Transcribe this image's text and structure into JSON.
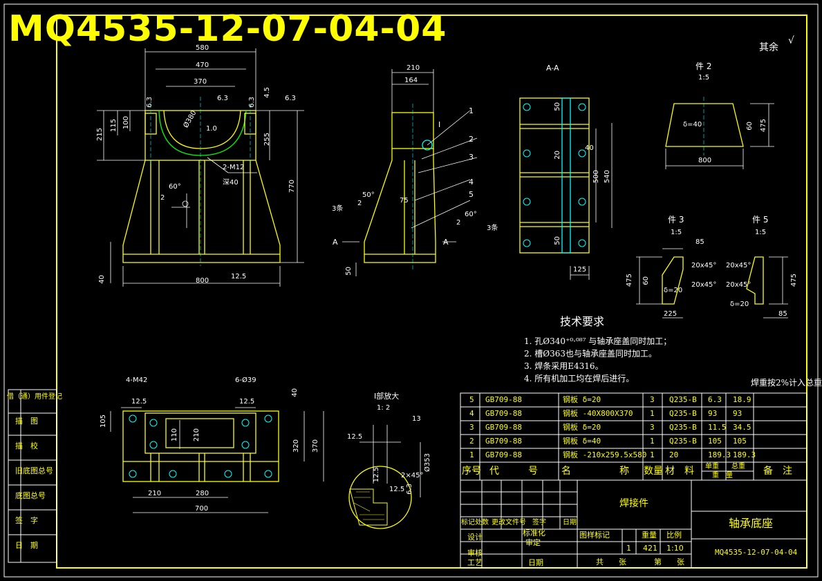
{
  "drawing_number_big": "MQ4535-12-07-04-04",
  "roughness_note": "其余",
  "views": {
    "front": {
      "dims": [
        "580",
        "470",
        "370",
        "6.3",
        "6.3",
        "6.3",
        "6.3",
        "4.5",
        "215",
        "115",
        "100",
        "255",
        "2-M12",
        "深40",
        "60°",
        "2",
        "800",
        "40",
        "12.5",
        "770"
      ],
      "ann": {
        "d380": "Ø380",
        "r": "1.0"
      }
    },
    "side": {
      "dims": [
        "210",
        "164",
        "1",
        "2",
        "3",
        "4",
        "5",
        "I",
        "50°",
        "2",
        "60°",
        "2",
        "3条",
        "3条",
        "A",
        "A",
        "50",
        "75"
      ]
    },
    "section": {
      "title": "A-A",
      "dims": [
        "50",
        "20",
        "50",
        "40",
        "500",
        "540",
        "125"
      ]
    },
    "part2": {
      "title": "件 2",
      "scale": "1:5",
      "delta": "δ=40",
      "d60": "60",
      "d475": "475",
      "d800": "800"
    },
    "part3": {
      "title": "件 3",
      "scale": "1:5",
      "d85": "85",
      "d475": "475",
      "d60": "60",
      "chamfer1": "20x45°",
      "chamfer2": "20x45°",
      "delta": "δ=20",
      "d225": "225"
    },
    "part5": {
      "title": "件 5",
      "scale": "1:5",
      "chamfer1": "20x45°",
      "chamfer2": "20x45°",
      "d475": "475",
      "delta": "δ=20",
      "d85": "85"
    },
    "plan": {
      "dims": [
        "4-M42",
        "12.5",
        "6-Ø39",
        "12.5",
        "40",
        "105",
        "110",
        "210",
        "320",
        "370",
        "210",
        "280",
        "700"
      ]
    },
    "detail": {
      "title": "I部放大",
      "scale": "1: 2",
      "dims": [
        "13",
        "12.5",
        "Ø353",
        "2×45°",
        "12.5",
        "6.3",
        "12.5"
      ]
    }
  },
  "tech": {
    "title": "技术要求",
    "items": [
      "1. 孔Ø340⁺⁰·⁰⁸⁷ 与轴承座盖同时加工；",
      "2. 槽Ø363也与轴承座盖同时加工。",
      "3. 焊条采用E4316。",
      "4. 所有机加工均在焊后进行。"
    ],
    "weld_note": "焊重按2%计入总重"
  },
  "left_strip": [
    "借（通）用件登记",
    "描　图",
    "描　校",
    "旧底图总号",
    "底图总号",
    "签　字",
    "日　期"
  ],
  "bom": {
    "rows": [
      {
        "no": "5",
        "code": "GB709-88",
        "name": "钢板 δ=20",
        "qty": "3",
        "mat": "Q235-B",
        "w1": "6.3",
        "w2": "18.9"
      },
      {
        "no": "4",
        "code": "GB709-88",
        "name": "钢板 -40X800X370",
        "qty": "1",
        "mat": "Q235-B",
        "w1": "93",
        "w2": "93"
      },
      {
        "no": "3",
        "code": "GB709-88",
        "name": "钢板 δ=20",
        "qty": "3",
        "mat": "Q235-B",
        "w1": "11.5",
        "w2": "34.5"
      },
      {
        "no": "2",
        "code": "GB709-88",
        "name": "钢板 δ=40",
        "qty": "1",
        "mat": "Q235-B",
        "w1": "105",
        "w2": "105"
      },
      {
        "no": "1",
        "code": "GB709-88",
        "name": "钢板 -210x259.5x580",
        "qty": "1",
        "mat": "20",
        "w1": "189.3",
        "w2": "189.3"
      }
    ],
    "header": {
      "no": "序号",
      "code": "代　　　号",
      "name": "名　　　　　称",
      "qty": "数量",
      "mat": "材　料",
      "unit": "单重",
      "total": "总重",
      "weight": "重　量",
      "remark": "备　注"
    }
  },
  "title_block": {
    "weldment": "焊接件",
    "part_name": "轴承底座",
    "drawing_no": "MQ4535-12-07-04-04",
    "marks": "标记处数",
    "change": "更改文件号",
    "sign": "签字",
    "date": "日期",
    "design": "设计",
    "std": "标准化",
    "review_side": "审定",
    "check": "审核",
    "process": "工艺",
    "date2": "日期",
    "stage": "图样标记",
    "weight": "重量",
    "scale": "比例",
    "qty_val": "1",
    "weight_val": "421",
    "scale_val": "1:10",
    "total_sheets": "共　　张",
    "sheet_no": "第　　张"
  }
}
